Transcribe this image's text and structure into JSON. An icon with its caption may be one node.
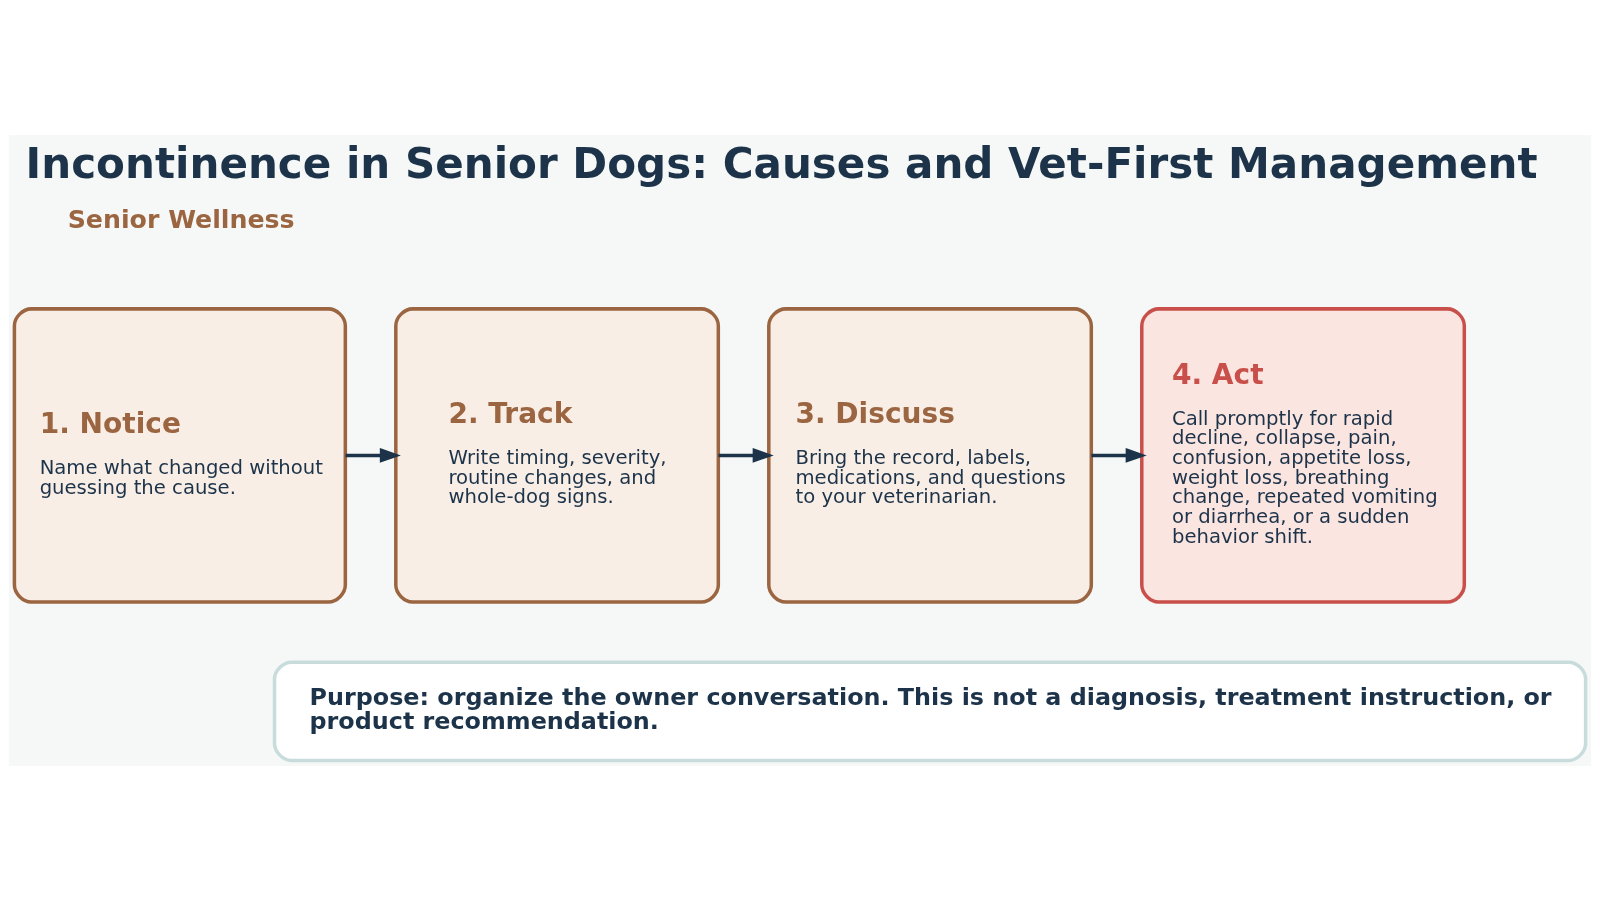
{
  "diagram": {
    "title": "Incontinence in Senior Dogs: Causes and Vet-First Management",
    "nodes": [
      {
        "text": [
          "1. Notice",
          "Name what changed without guessing the cause."
        ]
      },
      {
        "text": [
          "2. Track",
          "Write timing, severity, routine changes, and whole-dog signs."
        ]
      },
      {
        "text": [
          "3. Discuss",
          "Bring the record, labels, medications, and questions to your veterinarian."
        ]
      },
      {
        "text": [
          "4. Act",
          "Call promptly for rapid decline, collapse, pain, confusion, appetite loss, weight loss, breathing change, repeated vomiting or diarrhea, or a sudden behavior shift."
        ]
      },
      {
        "text": [
          "Purpose: organize the owner conversation. This is not a diagnosis, treatment instruction, or product recommendation."
        ]
      }
    ],
    "edges": [
      {
        "from": 0,
        "to": 1,
        "arrow": "to"
      },
      {
        "from": 1,
        "to": 2,
        "arrow": "to"
      },
      {
        "from": 2,
        "to": 3,
        "arrow": "to"
      }
    ],
    "labels": [
      "Senior Wellness"
    ]
  }
}
